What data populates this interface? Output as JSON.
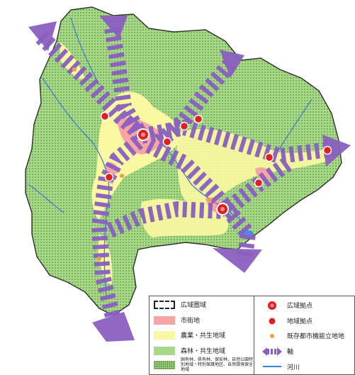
{
  "legend": {
    "left": [
      {
        "label": "広域圏域",
        "swatch": "boundary"
      },
      {
        "label": "市街地",
        "swatch": "urban"
      },
      {
        "label": "農業・共生地域",
        "swatch": "agri"
      },
      {
        "label": "森林・共生地域",
        "swatch": "forest"
      },
      {
        "label": "国有林、県有林、保安林、自然公園特別地域・特別保護地区、自然環境保全地域",
        "swatch": "protected"
      }
    ],
    "right": [
      {
        "label": "広域拠点",
        "symbol": "regional-hub"
      },
      {
        "label": "地域拠点",
        "symbol": "local-hub"
      },
      {
        "label": "既存都市機能立地地",
        "symbol": "existing-urban-site"
      },
      {
        "label": "軸",
        "symbol": "axis"
      },
      {
        "label": "河川",
        "symbol": "river"
      }
    ]
  },
  "colors": {
    "forest": "#a8d888",
    "forest_dots": "#3f8a2e",
    "agri": "#fbf8a2",
    "urban": "#f6a4a4",
    "axis": "#8a5fc0",
    "hub": "#e02020",
    "existing_site": "#f0a040",
    "river": "#3f7fd0",
    "lake": "#4f8ae0"
  }
}
